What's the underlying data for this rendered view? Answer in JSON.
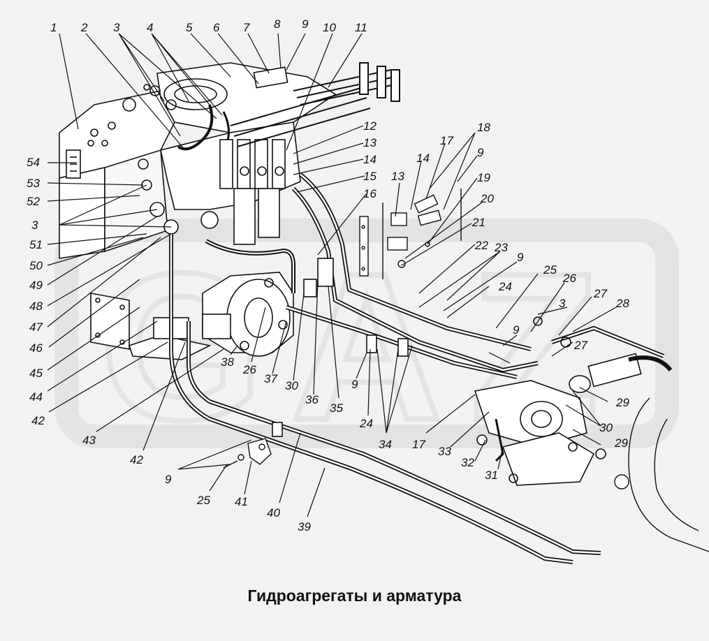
{
  "caption": "Гидроагрегаты и арматура",
  "watermark": "GAZ",
  "colors": {
    "background": "#f2f2f2",
    "ink": "#111111",
    "watermark": "#d8d8d8"
  },
  "callouts": {
    "c1": "1",
    "c2": "2",
    "c3a": "3",
    "c3b": "3",
    "c3c": "3",
    "c4": "4",
    "c5": "5",
    "c6": "6",
    "c7": "7",
    "c8": "8",
    "c9a": "9",
    "c9b": "9",
    "c9c": "9",
    "c9d": "9",
    "c9e": "9",
    "c9f": "9",
    "c10": "10",
    "c11": "11",
    "c12": "12",
    "c13a": "13",
    "c13b": "13",
    "c14a": "14",
    "c14b": "14",
    "c15": "15",
    "c16": "16",
    "c17a": "17",
    "c17b": "17",
    "c18": "18",
    "c19": "19",
    "c20": "20",
    "c21": "21",
    "c22": "22",
    "c23": "23",
    "c24a": "24",
    "c24b": "24",
    "c25a": "25",
    "c25b": "25",
    "c26a": "26",
    "c26b": "26",
    "c27a": "27",
    "c27b": "27",
    "c28": "28",
    "c29a": "29",
    "c29b": "29",
    "c30a": "30",
    "c30b": "30",
    "c31": "31",
    "c32": "32",
    "c33": "33",
    "c34": "34",
    "c35": "35",
    "c36": "36",
    "c37": "37",
    "c38": "38",
    "c39": "39",
    "c40": "40",
    "c41": "41",
    "c42a": "42",
    "c42b": "42",
    "c43": "43",
    "c44": "44",
    "c45": "45",
    "c46": "46",
    "c47": "47",
    "c48": "48",
    "c49": "49",
    "c50": "50",
    "c51": "51",
    "c52": "52",
    "c53": "53",
    "c54": "54"
  }
}
